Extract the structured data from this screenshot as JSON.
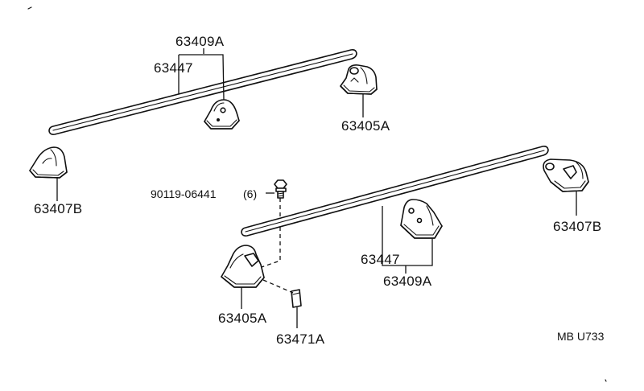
{
  "labels": {
    "front_bracket_label": "63409A",
    "front_crossbar_label": "63447",
    "front_right_leg_label": "63405A",
    "front_left_leg_label": "63407B",
    "bolt_label": "90119-06441",
    "bolt_qty_label": "(6)",
    "rear_crossbar_label": "63447",
    "rear_bracket_label": "63409A",
    "rear_right_leg_label": "63407B",
    "rear_left_leg_label": "63405A",
    "cover_label": "63471A",
    "diagram_code": "MB U733"
  }
}
